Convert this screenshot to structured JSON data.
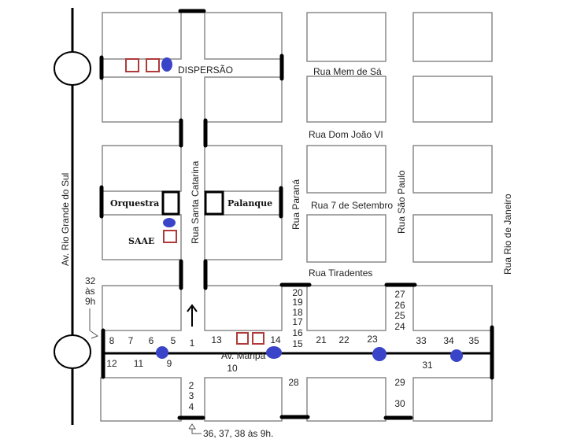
{
  "streets": {
    "av_rio_grande": "Av. Rio Grande do Sul",
    "santa_catarina": "Rua Santa Catarina",
    "parana": "Rua Paraná",
    "sao_paulo": "Rua São Paulo",
    "rio_de_janeiro": "Rua Rio de Janeiro",
    "mem_de_sa": "Rua Mem de Sá",
    "dom_joao": "Rua Dom João VI",
    "sete_setembro": "Rua 7 de Setembro",
    "tiradentes": "Rua Tiradentes",
    "maripa": "Av. Maripá"
  },
  "places": {
    "dispersao": "DISPERSÃO",
    "orquestra": "Orquestra",
    "palanque": "Palanque",
    "saae": "SAAE"
  },
  "notes": {
    "left_1": "32",
    "left_2": "às",
    "left_3": "9h",
    "bottom": "36, 37, 38 às 9h."
  },
  "positions": [
    "1",
    "2",
    "3",
    "4",
    "5",
    "6",
    "7",
    "8",
    "9",
    "10",
    "11",
    "12",
    "13",
    "14",
    "15",
    "16",
    "17",
    "18",
    "19",
    "20",
    "21",
    "22",
    "23",
    "24",
    "25",
    "26",
    "27",
    "28",
    "29",
    "30",
    "31",
    "33",
    "34",
    "35"
  ],
  "colors": {
    "dot": "#3a44c8",
    "square": "#b03a3a",
    "block": "#8a8a8a"
  }
}
